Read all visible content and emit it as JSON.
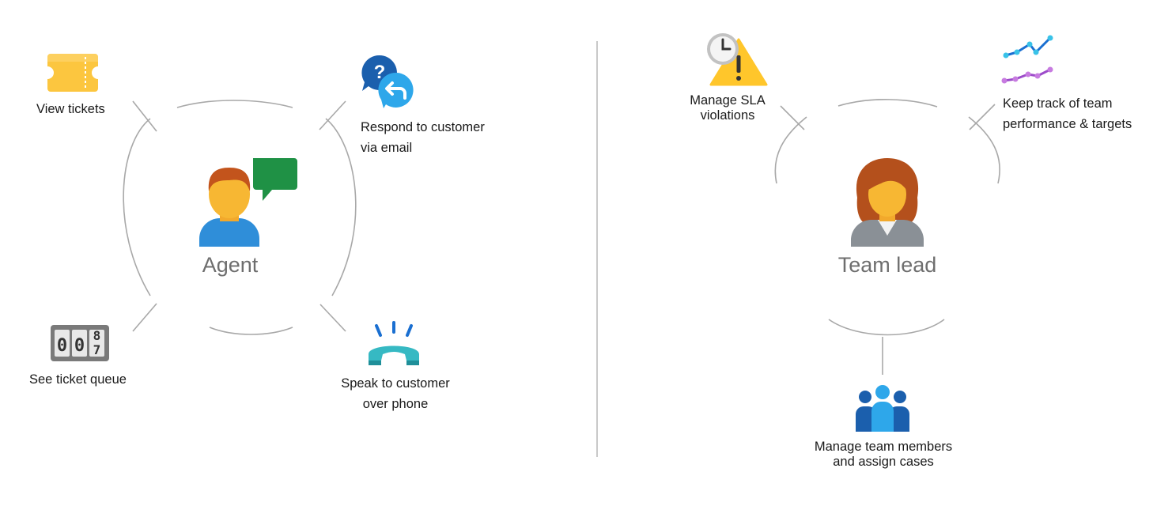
{
  "agent": {
    "title": "Agent",
    "view_tickets": "View tickets",
    "respond": {
      "line1": "Respond to customer",
      "line2": "via email"
    },
    "queue": "See ticket queue",
    "queue_counter": [
      "0",
      "0",
      "8",
      "7"
    ],
    "speak": {
      "line1": "Speak to customer",
      "line2": "over phone"
    }
  },
  "team_lead": {
    "title": "Team lead",
    "sla": {
      "line1": "Manage SLA",
      "line2": "violations"
    },
    "track": {
      "line1": "Keep track of team",
      "line2": "performance & targets"
    },
    "members": {
      "line1": "Manage team members",
      "line2": "and assign cases"
    }
  },
  "colors": {
    "ring": "#a8a8a8",
    "divider": "#c9c9c9",
    "role_text": "#6e6e6e",
    "ticket": "#fcc63f",
    "chat_green": "#1f9145",
    "question_blue": "#1b5fad",
    "reply_blue": "#2ea7ea",
    "phone_teal": "#36b9c3",
    "warning_yellow": "#ffc62b",
    "team_blue": "#1565b7",
    "chart_purple": "#9c4bc9"
  }
}
